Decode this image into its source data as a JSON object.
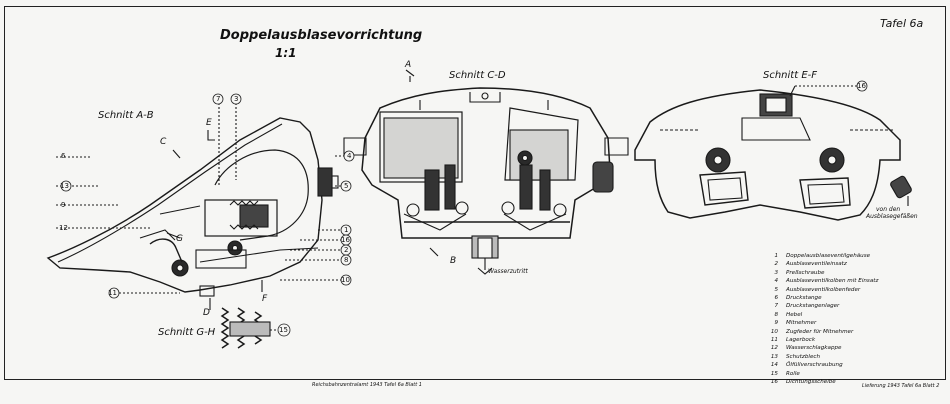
{
  "title": "Doppelausblasevorrichtung",
  "scale": "1:1",
  "plate": "Tafel 6a",
  "sections": {
    "ab": "Schnitt A-B",
    "cd": "Schnitt C-D",
    "ef": "Schnitt E-F",
    "gh": "Schnitt G-H"
  },
  "cut_marks": {
    "A": "A",
    "B": "B",
    "C": "C",
    "D": "D",
    "E": "E",
    "F": "F",
    "G": "G"
  },
  "callouts_left": [
    "6",
    "13",
    "9",
    "12",
    "11"
  ],
  "callouts_top": [
    "7",
    "3"
  ],
  "callouts_right": [
    "4",
    "5",
    "1",
    "16",
    "2",
    "8",
    "10"
  ],
  "callout_15": "15",
  "callout_16_ef": "16",
  "water_inlet": "Wasserzutritt",
  "blowout_note": [
    "von den",
    "Ausblasegefäßen"
  ],
  "legend": [
    {
      "n": "1",
      "text": "Doppelausblaseventilgehäuse"
    },
    {
      "n": "2",
      "text": "Ausblaseventileinsatz"
    },
    {
      "n": "3",
      "text": "Preßschraube"
    },
    {
      "n": "4",
      "text": "Ausblaseventilkolben mit Einsatz"
    },
    {
      "n": "5",
      "text": "Ausblaseventilkolbenfeder"
    },
    {
      "n": "6",
      "text": "Druckstange"
    },
    {
      "n": "7",
      "text": "Druckstangenlager"
    },
    {
      "n": "8",
      "text": "Hebel"
    },
    {
      "n": "9",
      "text": "Mitnehmer"
    },
    {
      "n": "10",
      "text": "Zugfeder für Mitnehmer"
    },
    {
      "n": "11",
      "text": "Lagerbock"
    },
    {
      "n": "12",
      "text": "Wasserschlagkappe"
    },
    {
      "n": "13",
      "text": "Schutzblech"
    },
    {
      "n": "14",
      "text": "Ölfüllverschraubung"
    },
    {
      "n": "15",
      "text": "Rolle"
    },
    {
      "n": "16",
      "text": "Dichtungsscheibe"
    }
  ],
  "footer_left": "Reichsbahnzentralamt 1943 Tafel 6a Blatt 1",
  "footer_right": "Lieferung 1943 Tafel 6a Blatt 2"
}
